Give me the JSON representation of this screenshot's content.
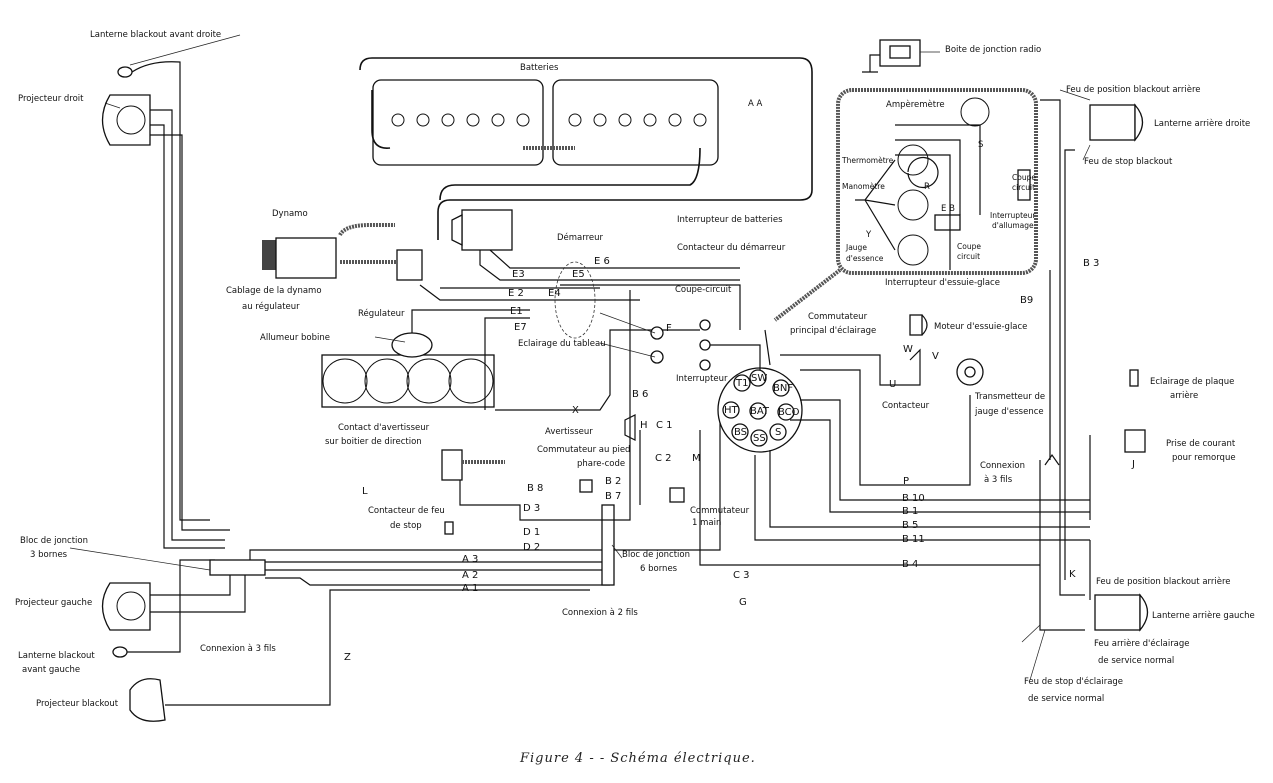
{
  "caption": "Figure 4 - - Schéma électrique.",
  "labels": {
    "lanterne_blackout_avant_droite": "Lanterne blackout avant droite",
    "projecteur_droit": "Projecteur droit",
    "batteries": "Batteries",
    "boite_jonction_radio": "Boite de jonction radio",
    "aa": "A A",
    "feu_position_blackout_arriere_droit": "Feu de position blackout arrière",
    "lanterne_arriere_droite": "Lanterne arrière droite",
    "amperemetre": "Ampèremètre",
    "s_panel": "S",
    "thermometre": "Thermomètre",
    "r": "R",
    "coupe_circuit_panel_1": "Coupe",
    "coupe_circuit_panel_2": "circuit",
    "manometre": "Manomètre",
    "eb": "E B",
    "interrupteur_allumage_1": "Interrupteur",
    "interrupteur_allumage_2": "d'allumage",
    "y": "Y",
    "jauge_essence_1": "Jauge",
    "jauge_essence_2": "d'essence",
    "coupe_circuit_b_1": "Coupe",
    "coupe_circuit_b_2": "circuit",
    "feu_stop_blackout": "Feu de stop blackout",
    "dynamo": "Dynamo",
    "demarreur": "Démarreur",
    "interrupteur_batteries": "Interrupteur de batteries",
    "contacteur_demarreur": "Contacteur du démarreur",
    "b3": "B 3",
    "e6": "E 6",
    "e3": "E3",
    "e5": "E5",
    "e2": "E 2",
    "e4": "E4",
    "e1": "E1",
    "e7": "E7",
    "cablage_1": "Cablage de la dynamo",
    "cablage_2": "au régulateur",
    "coupe_circuit": "Coupe-circuit",
    "interrupteur_essuie_glace": "Interrupteur d'essuie-glace",
    "regulateur": "Régulateur",
    "b9": "B9",
    "commutateur_principal_1": "Commutateur",
    "commutateur_principal_2": "principal d'éclairage",
    "moteur_essuie_glace": "Moteur d'essuie-glace",
    "allumeur_bobine": "Allumeur bobine",
    "eclairage_tableau": "Eclairage du tableau",
    "f": "F",
    "w": "W",
    "v": "V",
    "u": "U",
    "interrupteur": "Interrupteur",
    "contacteur": "Contacteur",
    "transmetteur_1": "Transmetteur de",
    "transmetteur_2": "jauge d'essence",
    "eclairage_plaque_1": "Eclairage de plaque",
    "eclairage_plaque_2": "arrière",
    "x": "X",
    "b6": "B 6",
    "avertisseur": "Avertisseur",
    "h": "H",
    "c1": "C 1",
    "c2": "C 2",
    "m": "M",
    "contact_avertisseur_1": "Contact d'avertisseur",
    "contact_avertisseur_2": "sur boitier de direction",
    "commutateur_pied_1": "Commutateur au pied",
    "commutateur_pied_2": "phare-code",
    "prise_1": "Prise de courant",
    "prise_2": "pour remorque",
    "j": "J",
    "connexion_3_fils_r_1": "Connexion",
    "connexion_3_fils_r_2": "à 3 fils",
    "b8": "B 8",
    "b2": "B 2",
    "b7": "B 7",
    "l": "L",
    "p": "P",
    "commutateur_main_1": "Commutateur",
    "commutateur_main_2": "1 main",
    "b10": "B 10",
    "b1": "B 1",
    "b5": "B 5",
    "b11": "B 11",
    "b4": "B 4",
    "d3": "D 3",
    "d1": "D 1",
    "d2": "D 2",
    "contacteur_stop_1": "Contacteur de feu",
    "contacteur_stop_2": "de stop",
    "bloc_3_1": "Bloc de jonction",
    "bloc_3_2": "3 bornes",
    "bloc_6_1": "Bloc de jonction",
    "bloc_6_2": "6 bornes",
    "a3": "A 3",
    "a2": "A 2",
    "a1": "A 1",
    "c3": "C 3",
    "k": "K",
    "g": "G",
    "z": "Z",
    "feu_position_blackout_arriere_gauche": "Feu de position blackout arrière",
    "projecteur_gauche": "Projecteur gauche",
    "connexion_2_fils": "Connexion à 2 fils",
    "lanterne_arriere_gauche": "Lanterne arrière gauche",
    "connexion_3_fils_l": "Connexion à 3 fils",
    "lanterne_blackout_gauche_1": "Lanterne blackout",
    "lanterne_blackout_gauche_2": "avant gauche",
    "feu_arriere_1": "Feu arrière d'éclairage",
    "feu_arriere_2": "de service normal",
    "feu_stop_normal_1": "Feu de stop d'éclairage",
    "feu_stop_normal_2": "de service normal",
    "projecteur_blackout": "Projecteur blackout"
  },
  "terminals": [
    "T1",
    "SW",
    "BNF",
    "HT",
    "BAT",
    "BCO",
    "BS",
    "SS",
    "S"
  ]
}
